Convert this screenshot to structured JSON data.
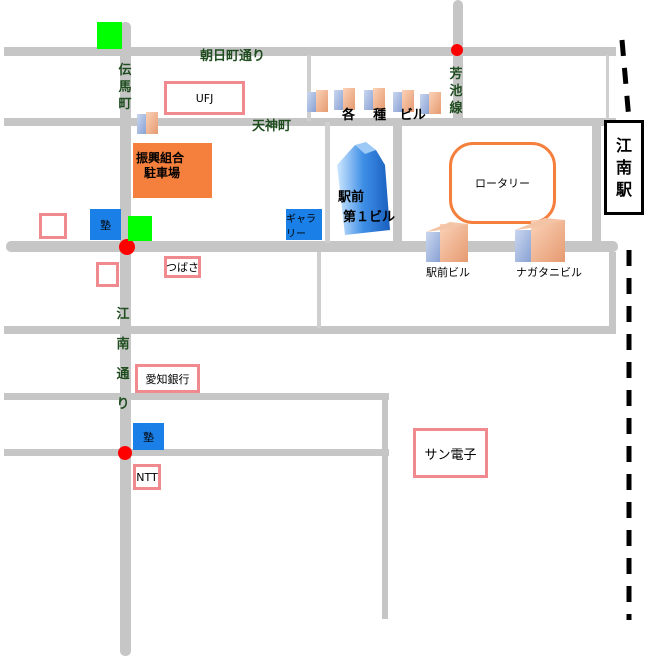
{
  "streets": {
    "asahimachi": "朝日町通り",
    "tenjinmachi": "天神町",
    "denma": [
      "伝",
      "馬",
      "町"
    ],
    "konan_dori": [
      "江",
      "南",
      "通",
      "り"
    ],
    "hoike_line": [
      "芳",
      "池",
      "線"
    ]
  },
  "station": {
    "name": [
      "江",
      "南",
      "駅"
    ]
  },
  "places": {
    "ufj": "UFJ",
    "kakushu_building": [
      "各",
      "種",
      "ビル"
    ],
    "parking": [
      "振興組合",
      "駐車場"
    ],
    "ekimae_daiichi": [
      "駅前",
      "第１ビル"
    ],
    "rotary": "ロータリー",
    "juku_top": "塾",
    "gallery": "ギャラリー",
    "ekimae_building": "駅前ビル",
    "nagatani_building": "ナガタニビル",
    "tsubasa": "つばさ",
    "aichi_bank": "愛知銀行",
    "juku_bottom": "塾",
    "ntt": "NTT",
    "san_denshi": "サン電子"
  },
  "colors": {
    "road": "#c6c6c6",
    "pink_border": "#f08a8f",
    "blue": "#1a7fe6",
    "green": "#00ff00",
    "orange": "#f5803e",
    "red_dot": "#ff0000",
    "label_green": "#1f4d1f"
  }
}
